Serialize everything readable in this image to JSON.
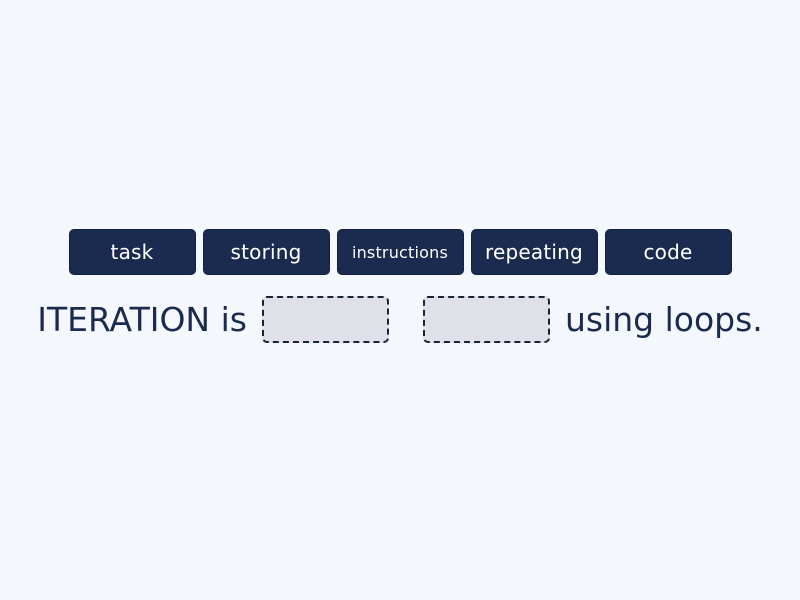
{
  "theme": {
    "background": "#f4f7fb",
    "tile_background": "#1b2a4f",
    "tile_text_color": "#ffffff",
    "sentence_text_color": "#1b2a4f",
    "blank_fill": "#e0e1e8",
    "blank_border": "#1a2235"
  },
  "word_bank": {
    "tiles": [
      {
        "label": "task"
      },
      {
        "label": "storing"
      },
      {
        "label": "instructions"
      },
      {
        "label": "repeating"
      },
      {
        "label": "code"
      }
    ]
  },
  "sentence": {
    "prefix": "ITERATION is",
    "blank_count": 2,
    "suffix": "using loops."
  }
}
